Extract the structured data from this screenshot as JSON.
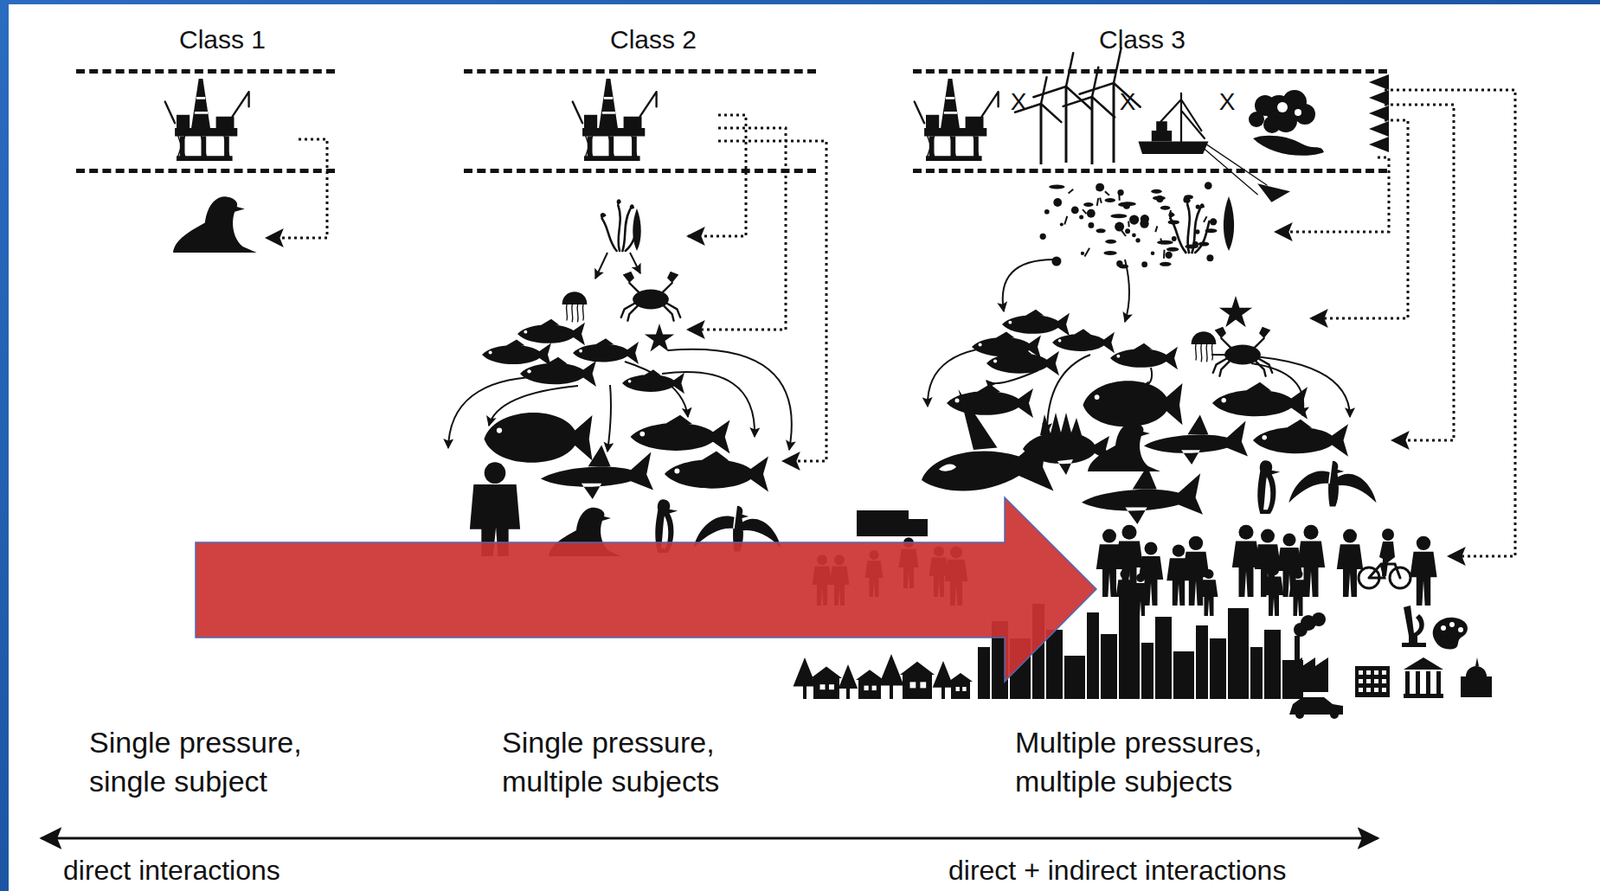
{
  "diagram": {
    "nodes": [
      {
        "text": [
          "Class 1"
        ]
      },
      {
        "text": [
          "Class 2"
        ]
      },
      {
        "text": [
          "Class 3"
        ]
      }
    ],
    "labels": [
      "X",
      "X",
      "X",
      "Single pressure, single subject",
      "Single pressure, multiple subjects",
      "Multiple pressures, multiple subjects",
      "direct interactions",
      "direct + indirect interactions"
    ]
  }
}
